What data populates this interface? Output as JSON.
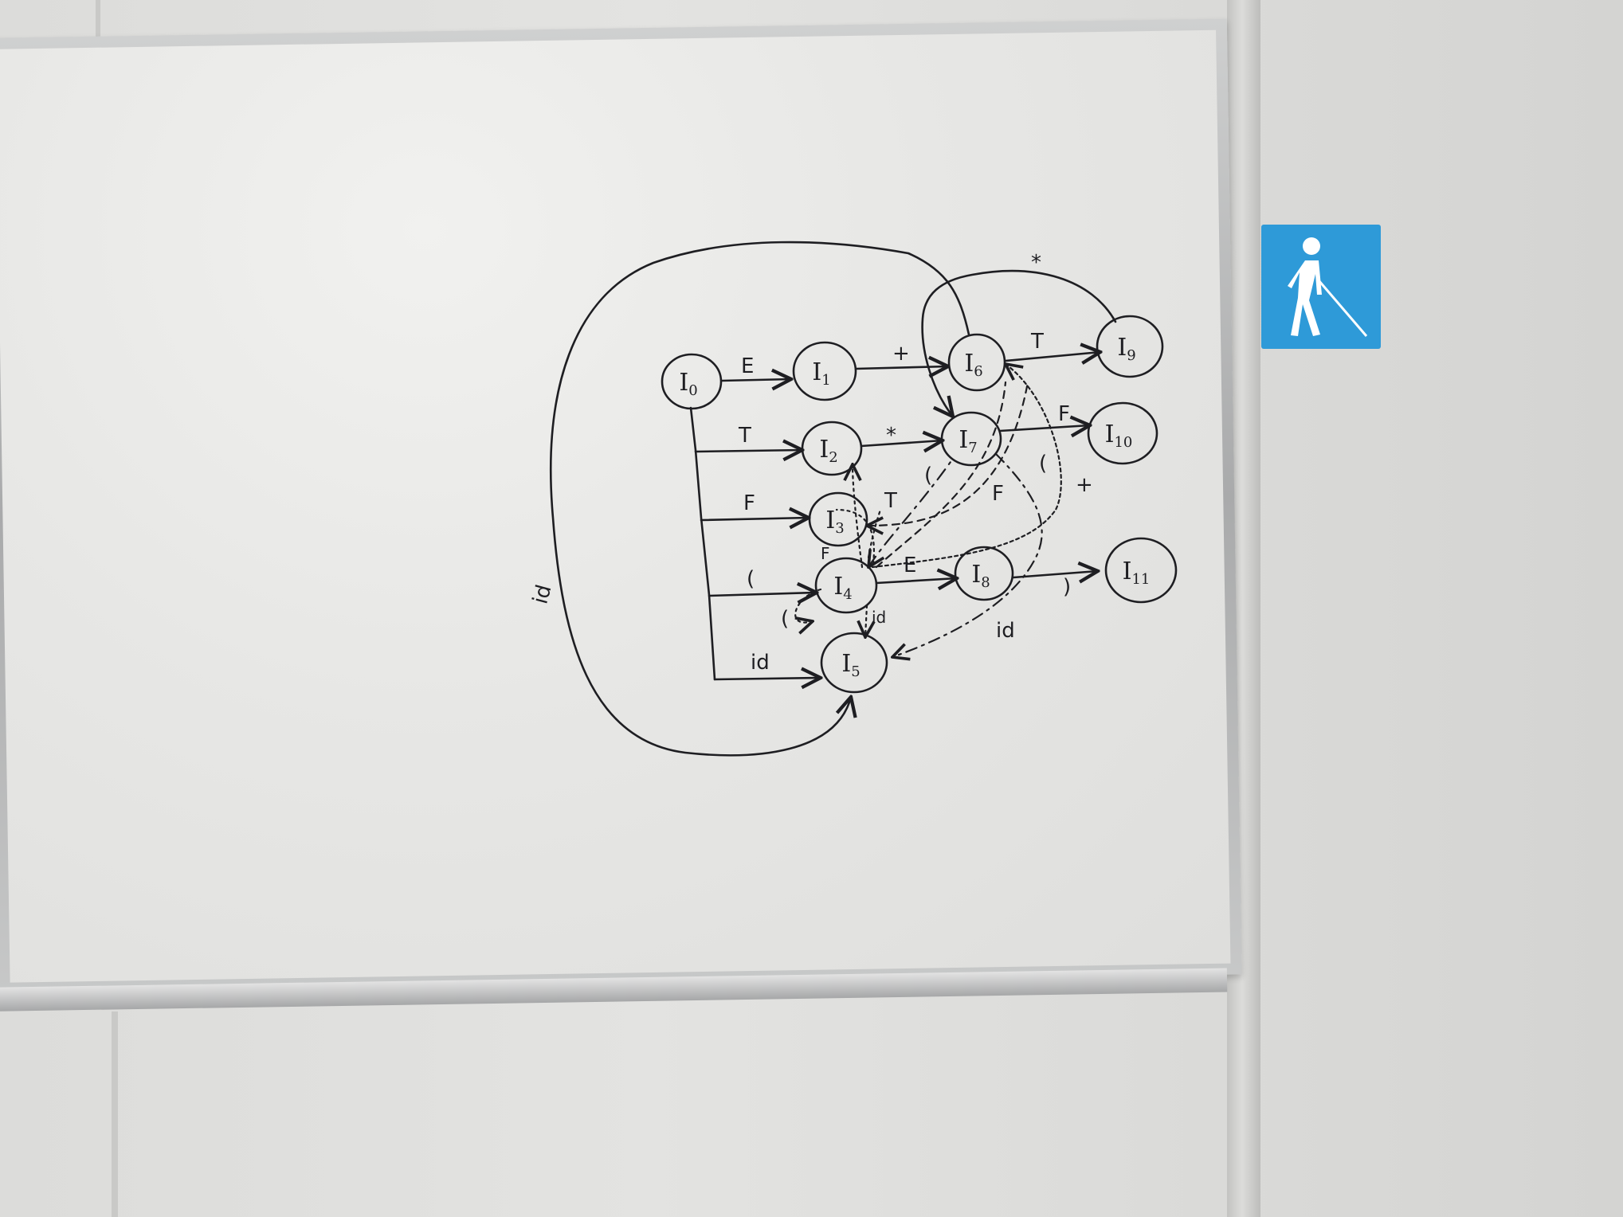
{
  "diagram": {
    "states": [
      {
        "id": "I0",
        "base": "I",
        "sub": "0"
      },
      {
        "id": "I1",
        "base": "I",
        "sub": "1"
      },
      {
        "id": "I2",
        "base": "I",
        "sub": "2"
      },
      {
        "id": "I3",
        "base": "I",
        "sub": "3"
      },
      {
        "id": "I4",
        "base": "I",
        "sub": "4"
      },
      {
        "id": "I5",
        "base": "I",
        "sub": "5"
      },
      {
        "id": "I6",
        "base": "I",
        "sub": "6"
      },
      {
        "id": "I7",
        "base": "I",
        "sub": "7"
      },
      {
        "id": "I8",
        "base": "I",
        "sub": "8"
      },
      {
        "id": "I9",
        "base": "I",
        "sub": "9"
      },
      {
        "id": "I10",
        "base": "I",
        "sub": "10"
      },
      {
        "id": "I11",
        "base": "I",
        "sub": "11"
      }
    ],
    "edge_labels": {
      "i0_i1": "E",
      "i0_i2": "T",
      "i0_i3": "F",
      "i0_i4": "(",
      "i0_i5": "id",
      "i1_i6": "+",
      "i2_i7": "*",
      "i6_i9": "T",
      "i7_i10": "F",
      "i4_i8": "E",
      "i8_i11": ")",
      "i9_i7": "*",
      "i6_i5_loop": "id",
      "i4_i2": "T",
      "i4_i3": "F",
      "i4_i4": "(",
      "i4_i5": "id",
      "i7_i4": "(",
      "i6_i3": "F",
      "i6_i4": "(",
      "i8_i6": "+",
      "i7_i5": "id"
    }
  },
  "icons": {
    "accessibility_sign": "blind-person-with-cane-icon"
  },
  "colors": {
    "marker": "#1e1e22",
    "sign_blue": "#2e9ad8",
    "board": "#ebebe9"
  }
}
